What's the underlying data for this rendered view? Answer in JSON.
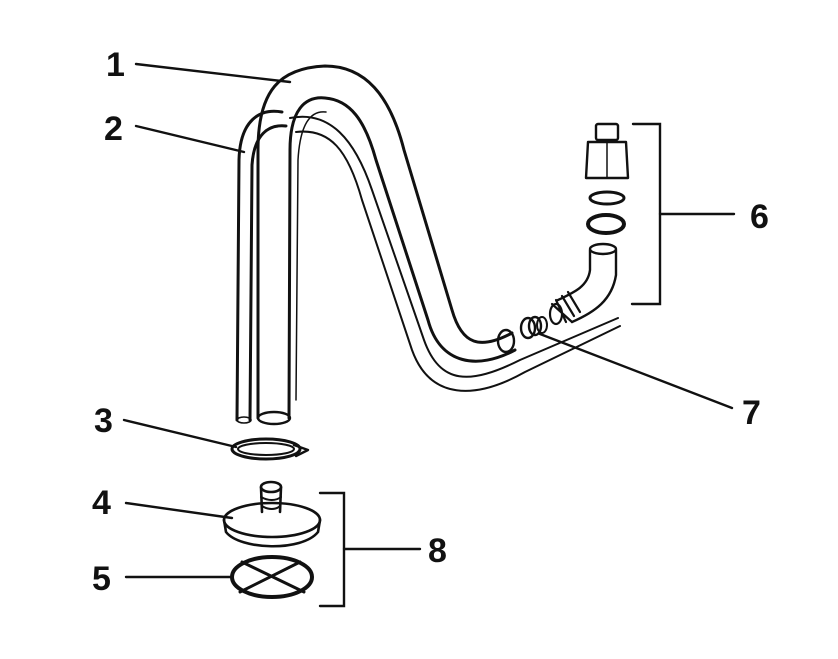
{
  "callouts": [
    {
      "id": "1",
      "text": "1"
    },
    {
      "id": "2",
      "text": "2"
    },
    {
      "id": "3",
      "text": "3"
    },
    {
      "id": "4",
      "text": "4"
    },
    {
      "id": "5",
      "text": "5"
    },
    {
      "id": "6",
      "text": "6"
    },
    {
      "id": "7",
      "text": "7"
    },
    {
      "id": "8",
      "text": "8"
    }
  ],
  "colors": {
    "ink": "#111111",
    "paper": "#ffffff"
  }
}
